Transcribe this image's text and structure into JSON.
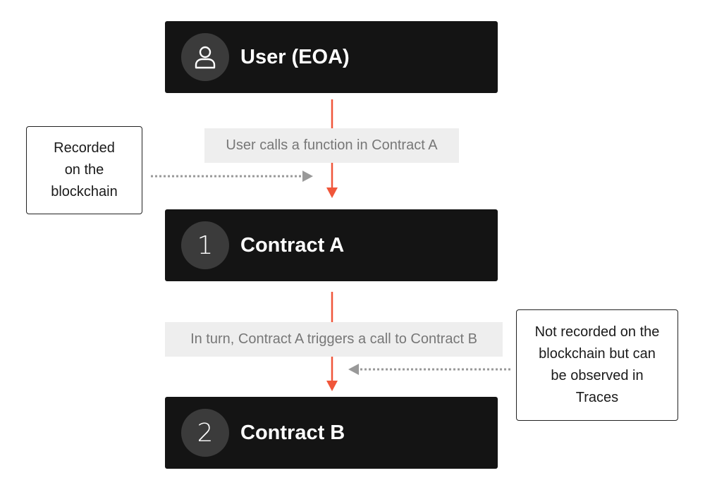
{
  "nodes": {
    "user": {
      "label": "User (EOA)",
      "icon": "user-icon"
    },
    "contract_a": {
      "label": "Contract A",
      "number": "1"
    },
    "contract_b": {
      "label": "Contract B",
      "number": "2"
    }
  },
  "edges": {
    "user_to_a": "User calls a function in Contract A",
    "a_to_b": "In turn, Contract A triggers a call to Contract B"
  },
  "notes": {
    "recorded": [
      "Recorded",
      "on the",
      "blockchain"
    ],
    "not_recorded": [
      "Not recorded on the",
      "blockchain but can",
      "be observed in",
      "Traces"
    ]
  },
  "colors": {
    "node_bg": "#141414",
    "badge_bg": "#3b3b3b",
    "arrow": "#f0563a",
    "dotted_arrow": "#999999",
    "edge_label_bg": "#eeeeee"
  }
}
